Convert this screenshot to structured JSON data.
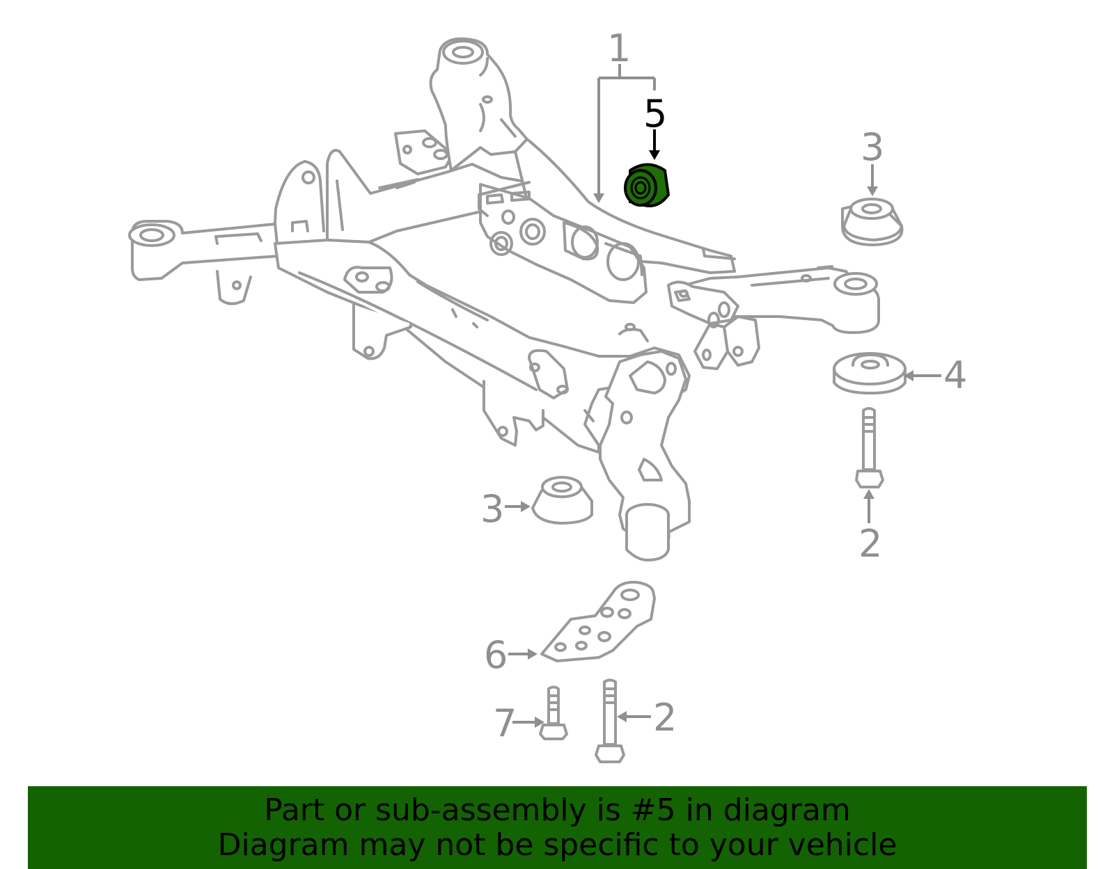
{
  "callouts": {
    "c1": "1",
    "c5": "5",
    "c3_upper": "3",
    "c3_lower": "3",
    "c4": "4",
    "c2_right": "2",
    "c2_bottom": "2",
    "c6": "6",
    "c7": "7"
  },
  "banner": {
    "line1": "Part or sub-assembly is #5 in diagram",
    "line2": "Diagram may not be specific to your vehicle"
  },
  "colors": {
    "highlight_part": "#1f6e06",
    "banner_bg": "#136303",
    "line_art": "#9a9a9a"
  }
}
